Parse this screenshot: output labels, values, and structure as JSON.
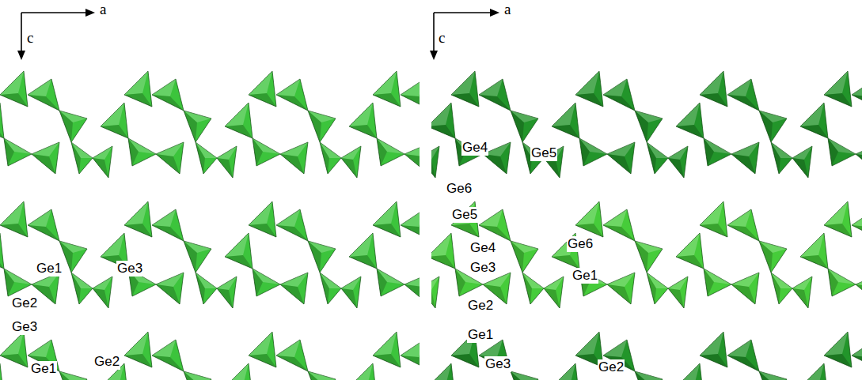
{
  "diagram": {
    "labels": [
      "a",
      "c",
      "Ge1",
      "Ge3",
      "Ge2",
      "Ge3",
      "Ge1",
      "Ge2",
      "a",
      "c",
      "Ge4",
      "Ge5",
      "Ge6",
      "Ge5",
      "Ge4",
      "Ge6",
      "Ge3",
      "Ge1",
      "Ge2",
      "Ge1",
      "Ge3",
      "Ge2"
    ]
  }
}
